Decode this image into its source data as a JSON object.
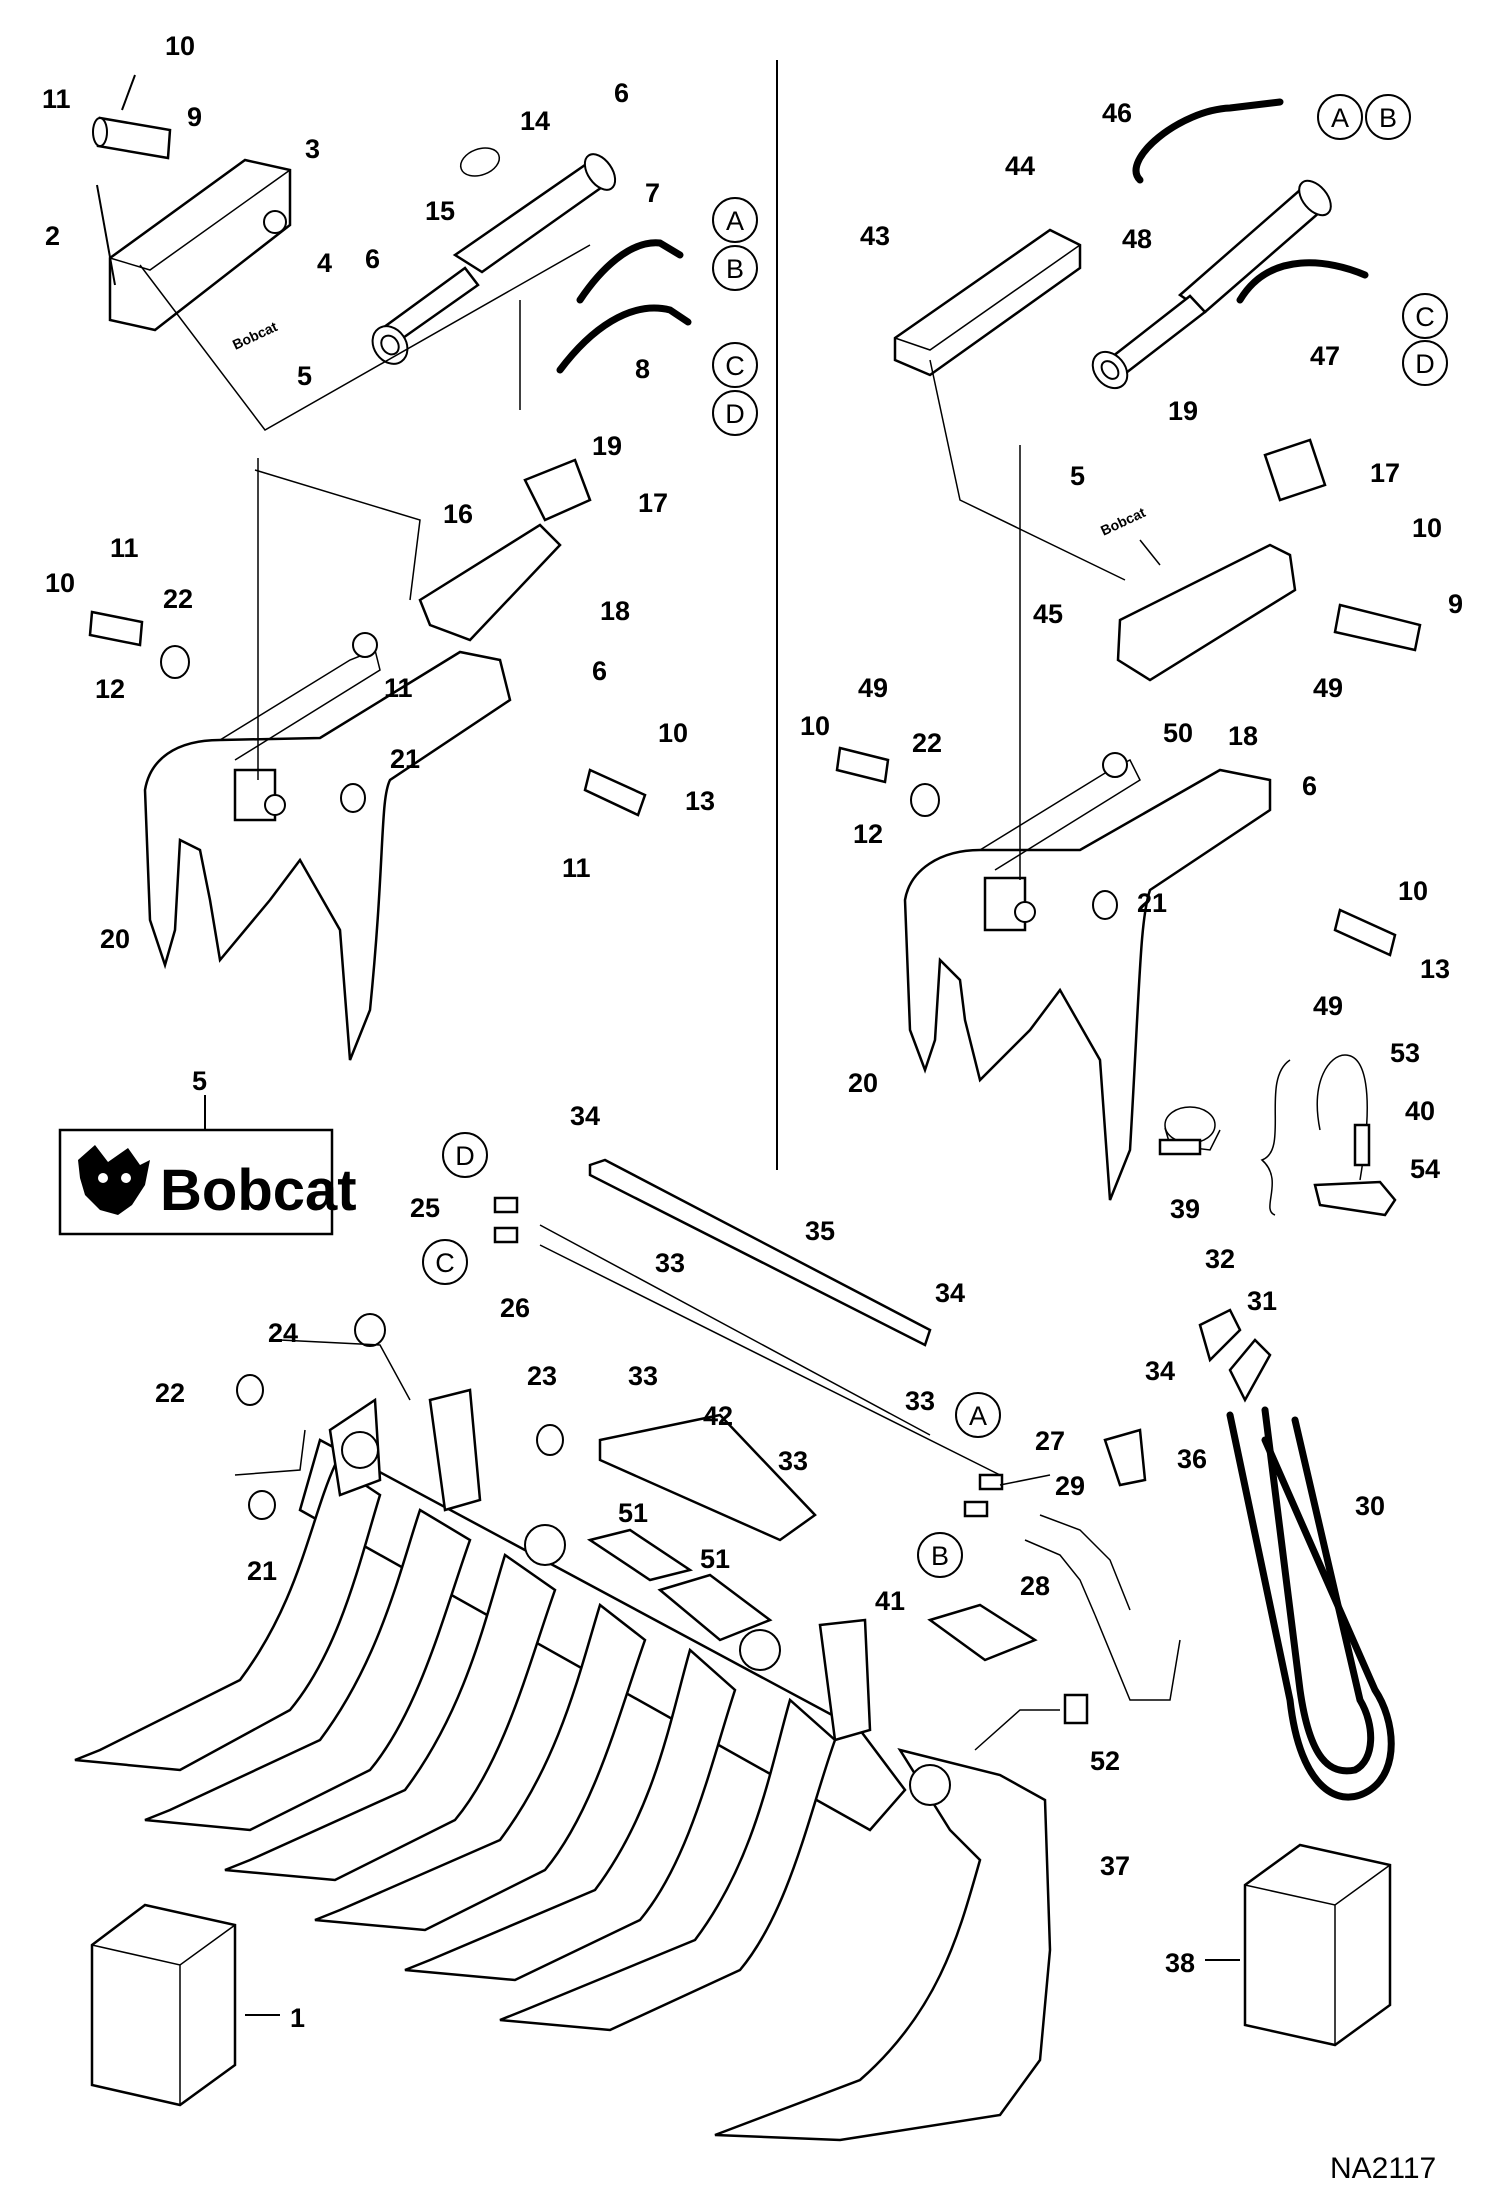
{
  "drawing_code": "NA2117",
  "logo": {
    "text": "Bobcat",
    "callout": "5"
  },
  "part_labels": [
    "1",
    "2",
    "3",
    "4",
    "5",
    "6",
    "7",
    "8",
    "9",
    "10",
    "11",
    "12",
    "13",
    "14",
    "15",
    "16",
    "17",
    "18",
    "19",
    "20",
    "21",
    "22",
    "23",
    "24",
    "25",
    "26",
    "27",
    "28",
    "29",
    "30",
    "31",
    "32",
    "33",
    "34",
    "35",
    "36",
    "37",
    "38",
    "39",
    "40",
    "41",
    "42",
    "43",
    "44",
    "45",
    "46",
    "47",
    "48",
    "49",
    "50",
    "51",
    "52",
    "53",
    "54"
  ],
  "connection_letters": [
    "A",
    "B",
    "C",
    "D"
  ]
}
